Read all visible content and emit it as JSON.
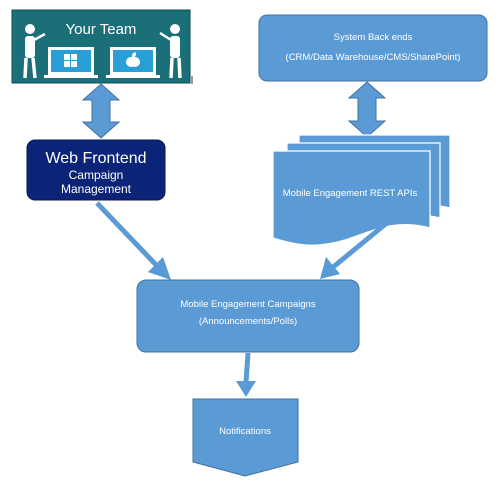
{
  "team_banner": {
    "title": "Your Team",
    "icons": [
      "person-icon",
      "laptop-icon",
      "windows-logo-icon",
      "apple-logo-icon"
    ]
  },
  "web_frontend": {
    "title": "Web Frontend",
    "line1": "Campaign",
    "line2": "Management"
  },
  "backends": {
    "title": "System Back ends",
    "subtitle": "(CRM/Data Warehouse/CMS/SharePoint)"
  },
  "rest_apis": {
    "label": "Mobile Engagement REST APIs"
  },
  "campaigns": {
    "line1": "Mobile Engagement Campaigns",
    "line2": "(Announcements/Polls)"
  },
  "notifications": {
    "label": "Notifications"
  },
  "colors": {
    "teal": "#1b6f78",
    "shape_blue": "#5b9bd5",
    "shape_border": "#41719c",
    "navy": "#0b2477"
  }
}
